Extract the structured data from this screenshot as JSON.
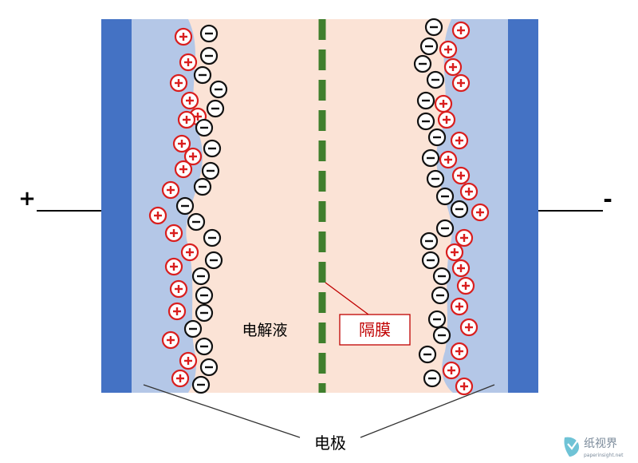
{
  "diagram": {
    "terminal_positive": "+",
    "terminal_negative": "-",
    "electrolyte_label": "电解液",
    "separator_label": "隔膜",
    "electrode_label": "电极",
    "cation_symbol": "+",
    "anion_symbol": "−"
  },
  "watermark": {
    "brand": "纸视界",
    "site": "paperinsight.net"
  },
  "colors": {
    "electrode": "#4472c4",
    "double_layer": "#b4c7e7",
    "electrolyte": "#fbe3d6",
    "separator": "#3f7f2d",
    "cation": "#d91e1e",
    "anion": "#111111",
    "label_box": "#c00000"
  },
  "icons": [
    "watermark-logo-icon"
  ]
}
